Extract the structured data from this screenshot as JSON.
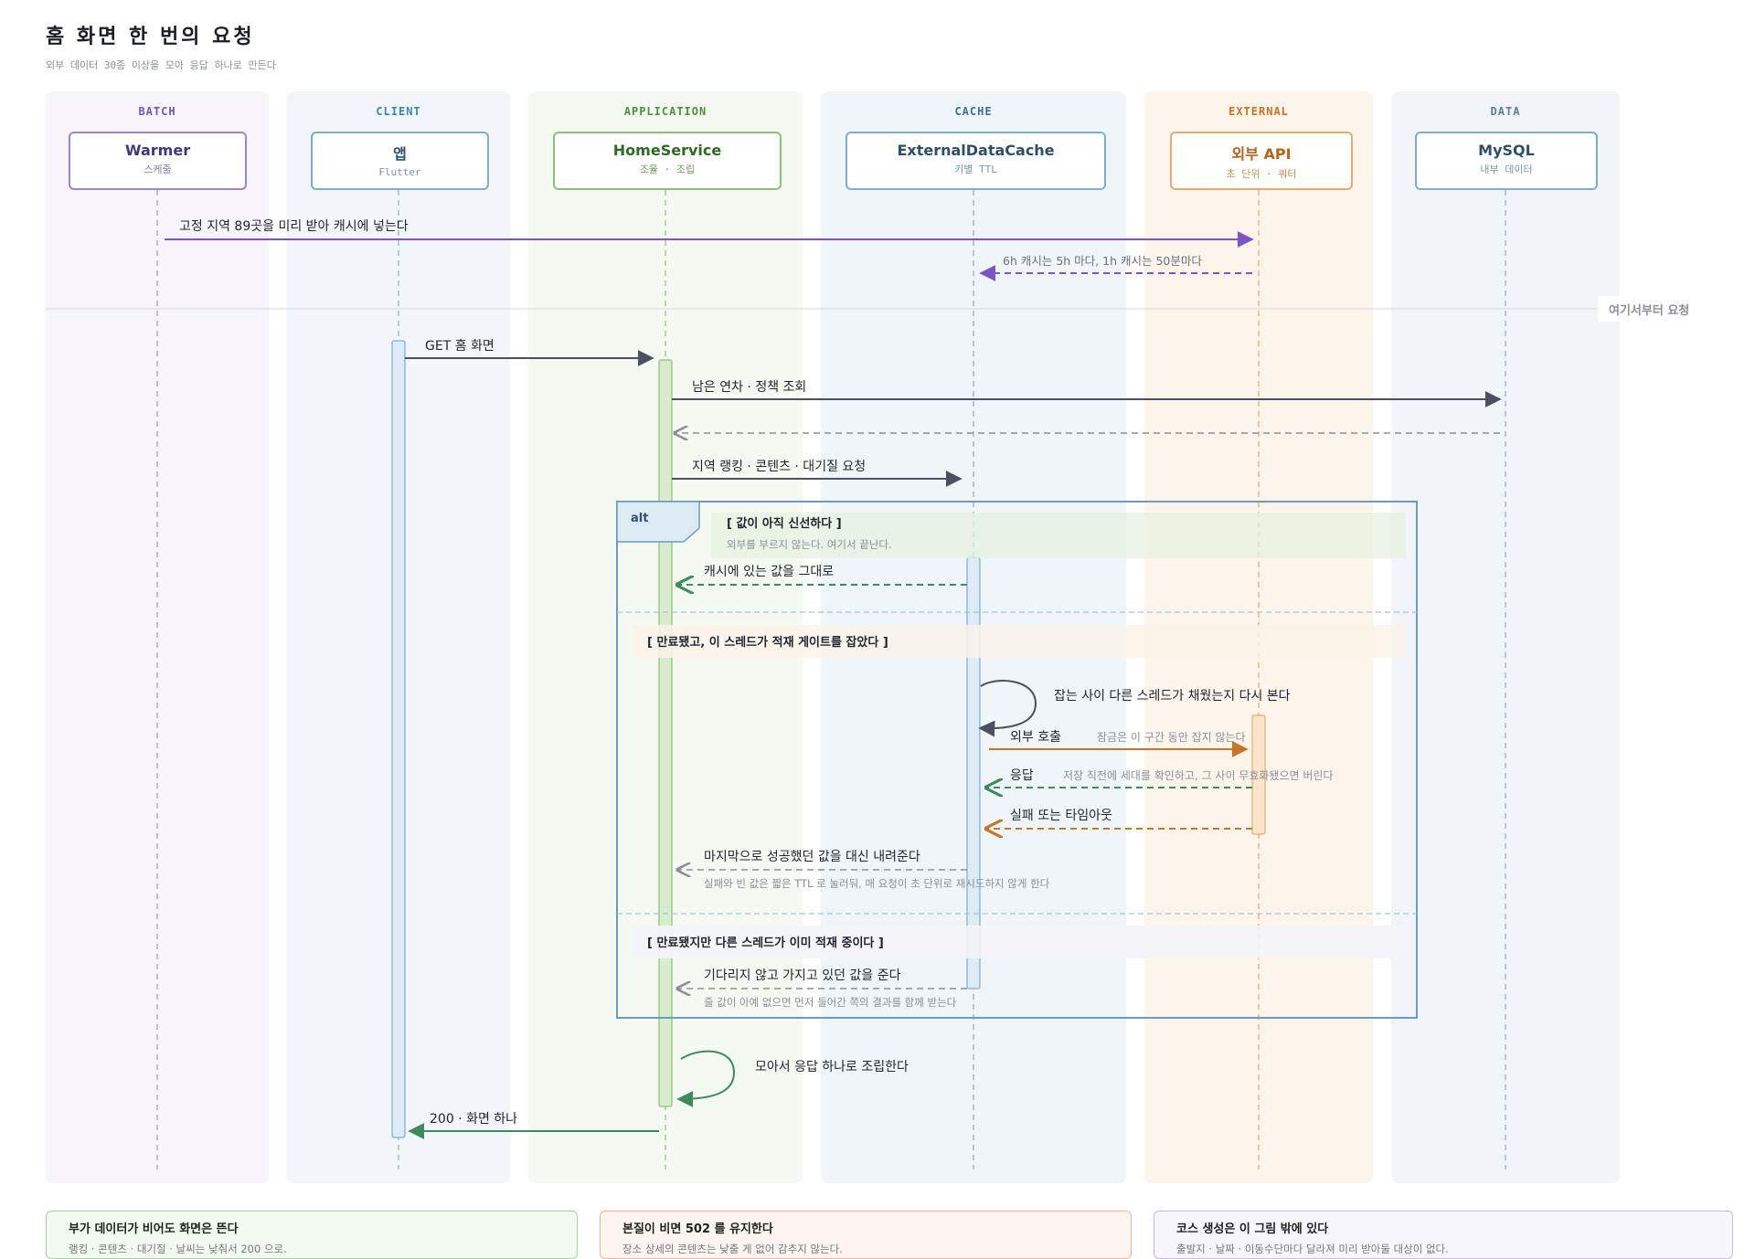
{
  "title": "홈 화면 한 번의 요청",
  "subtitle": "외부 데이터 30종 이상을 모아 응답 하나로 만든다",
  "lanes": [
    {
      "label": "BATCH",
      "actor": "Warmer",
      "sub": "스케줄",
      "color": "#6e58ae"
    },
    {
      "label": "CLIENT",
      "actor": "앱",
      "sub": "Flutter",
      "color": "#3f86a6"
    },
    {
      "label": "APPLICATION",
      "actor": "HomeService",
      "sub": "조율 · 조립",
      "color": "#4f8f3f"
    },
    {
      "label": "CACHE",
      "actor": "ExternalDataCache",
      "sub": "키별 TTL",
      "color": "#3a6f96"
    },
    {
      "label": "EXTERNAL",
      "actor": "외부 API",
      "sub": "초 단위 · 쿼터",
      "color": "#c47525"
    },
    {
      "label": "DATA",
      "actor": "MySQL",
      "sub": "내부 데이터",
      "color": "#5a7e9e"
    }
  ],
  "messages": {
    "warm": "고정 지역 89곳을 미리 받아 캐시에 넣는다",
    "warm_ttl": "6h 캐시는 5h 마다, 1h 캐시는 50분마다",
    "divider": "여기서부터 요청",
    "get_home": "GET 홈 화면",
    "leave_policy": "남은 연차 · 정책 조회",
    "region_req": "지역 랭킹 · 콘텐츠 · 대기질 요청",
    "fresh_return": "캐시에 있는 값을 그대로",
    "recheck": "잡는 사이 다른 스레드가 채웠는지 다시 본다",
    "ext_call": "외부 호출",
    "ext_call_note": "잠금은 이 구간 동안 잡지 않는다",
    "ext_resp": "응답",
    "ext_resp_note": "저장 직전에 세대를 확인하고, 그 사이 무효화됐으면 버린다",
    "ext_fail": "실패 또는 타임아웃",
    "stale_return": "마지막으로 성공했던 값을 대신 내려준다",
    "stale_return_note": "실패와 빈 값은 짧은 TTL 로 눌러둬, 매 요청이 초 단위로 재시도하지 않게 한다",
    "wait_return": "기다리지 않고 가지고 있던 값을 준다",
    "wait_return_note": "줄 값이 아예 없으면 먼저 들어간 쪽의 결과를 함께 받는다",
    "assemble": "모아서 응답 하나로 조립한다",
    "ok_resp": "200 · 화면 하나"
  },
  "alt": {
    "tag": "alt",
    "guard1": "[ 값이 아직 신선하다 ]",
    "guard1_note": "외부를 부르지 않는다. 여기서 끝난다.",
    "guard2": "[ 만료됐고, 이 스레드가 적재 게이트를 잡았다 ]",
    "guard3": "[ 만료됐지만 다른 스레드가 이미 적재 중이다 ]"
  },
  "notes": [
    {
      "title": "부가 데이터가 비어도 화면은 뜬다",
      "body": "랭킹 · 콘텐츠 · 대기질 · 날씨는 낮춰서 200 으로."
    },
    {
      "title": "본질이 비면 502 를 유지한다",
      "body": "장소 상세의 콘텐츠는 낮출 게 없어 감추지 않는다."
    },
    {
      "title": "코스 생성은 이 그림 밖에 있다",
      "body": "출발지 · 날짜 · 이동수단마다 달라져 미리 받아둘 대상이 없다."
    }
  ],
  "colors": {
    "batch": "#7b55c4",
    "client": "#3f86a6",
    "app": "#4f8f3f",
    "cache": "#3a6f96",
    "external": "#c47525",
    "data": "#5a7e9e",
    "ink": "#4a5060",
    "success": "#3d8a5c"
  }
}
